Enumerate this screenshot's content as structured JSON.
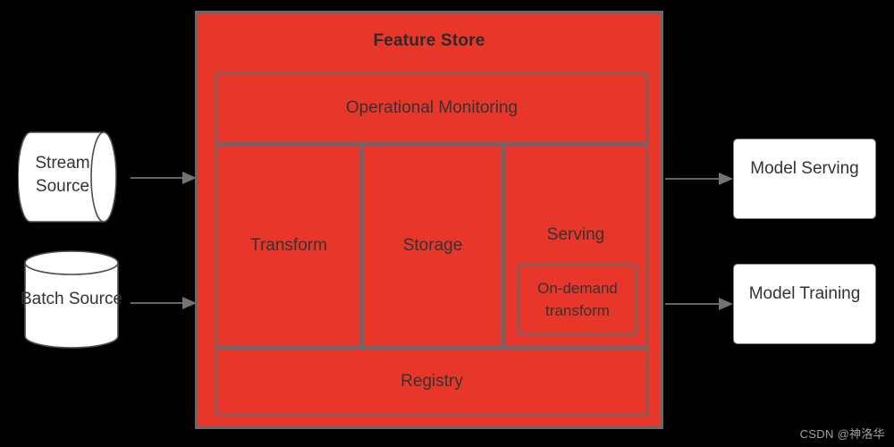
{
  "diagram": {
    "title": "Feature Store",
    "background_color": "#000000",
    "accent_color": "#E8372A",
    "border_color": "#5F6B6E",
    "text_color": "#333333"
  },
  "feature_store": {
    "title": "Feature Store",
    "panels": {
      "monitoring": "Operational Monitoring",
      "transform": "Transform",
      "storage": "Storage",
      "serving": "Serving",
      "on_demand_transform": "On-demand transform",
      "registry": "Registry"
    }
  },
  "sources": [
    {
      "label": "Stream Source",
      "shape": "cylinder-horizontal"
    },
    {
      "label": "Batch Source",
      "shape": "cylinder-vertical"
    }
  ],
  "targets": [
    {
      "label": "Model Serving"
    },
    {
      "label": "Model Training"
    }
  ],
  "arrows": [
    {
      "from": "Stream Source",
      "to": "Feature Store",
      "direction": "right"
    },
    {
      "from": "Batch Source",
      "to": "Feature Store",
      "direction": "right"
    },
    {
      "from": "Feature Store",
      "to": "Model Serving",
      "direction": "right"
    },
    {
      "from": "Feature Store",
      "to": "Model Training",
      "direction": "right"
    }
  ],
  "watermark": "CSDN @神洛华"
}
